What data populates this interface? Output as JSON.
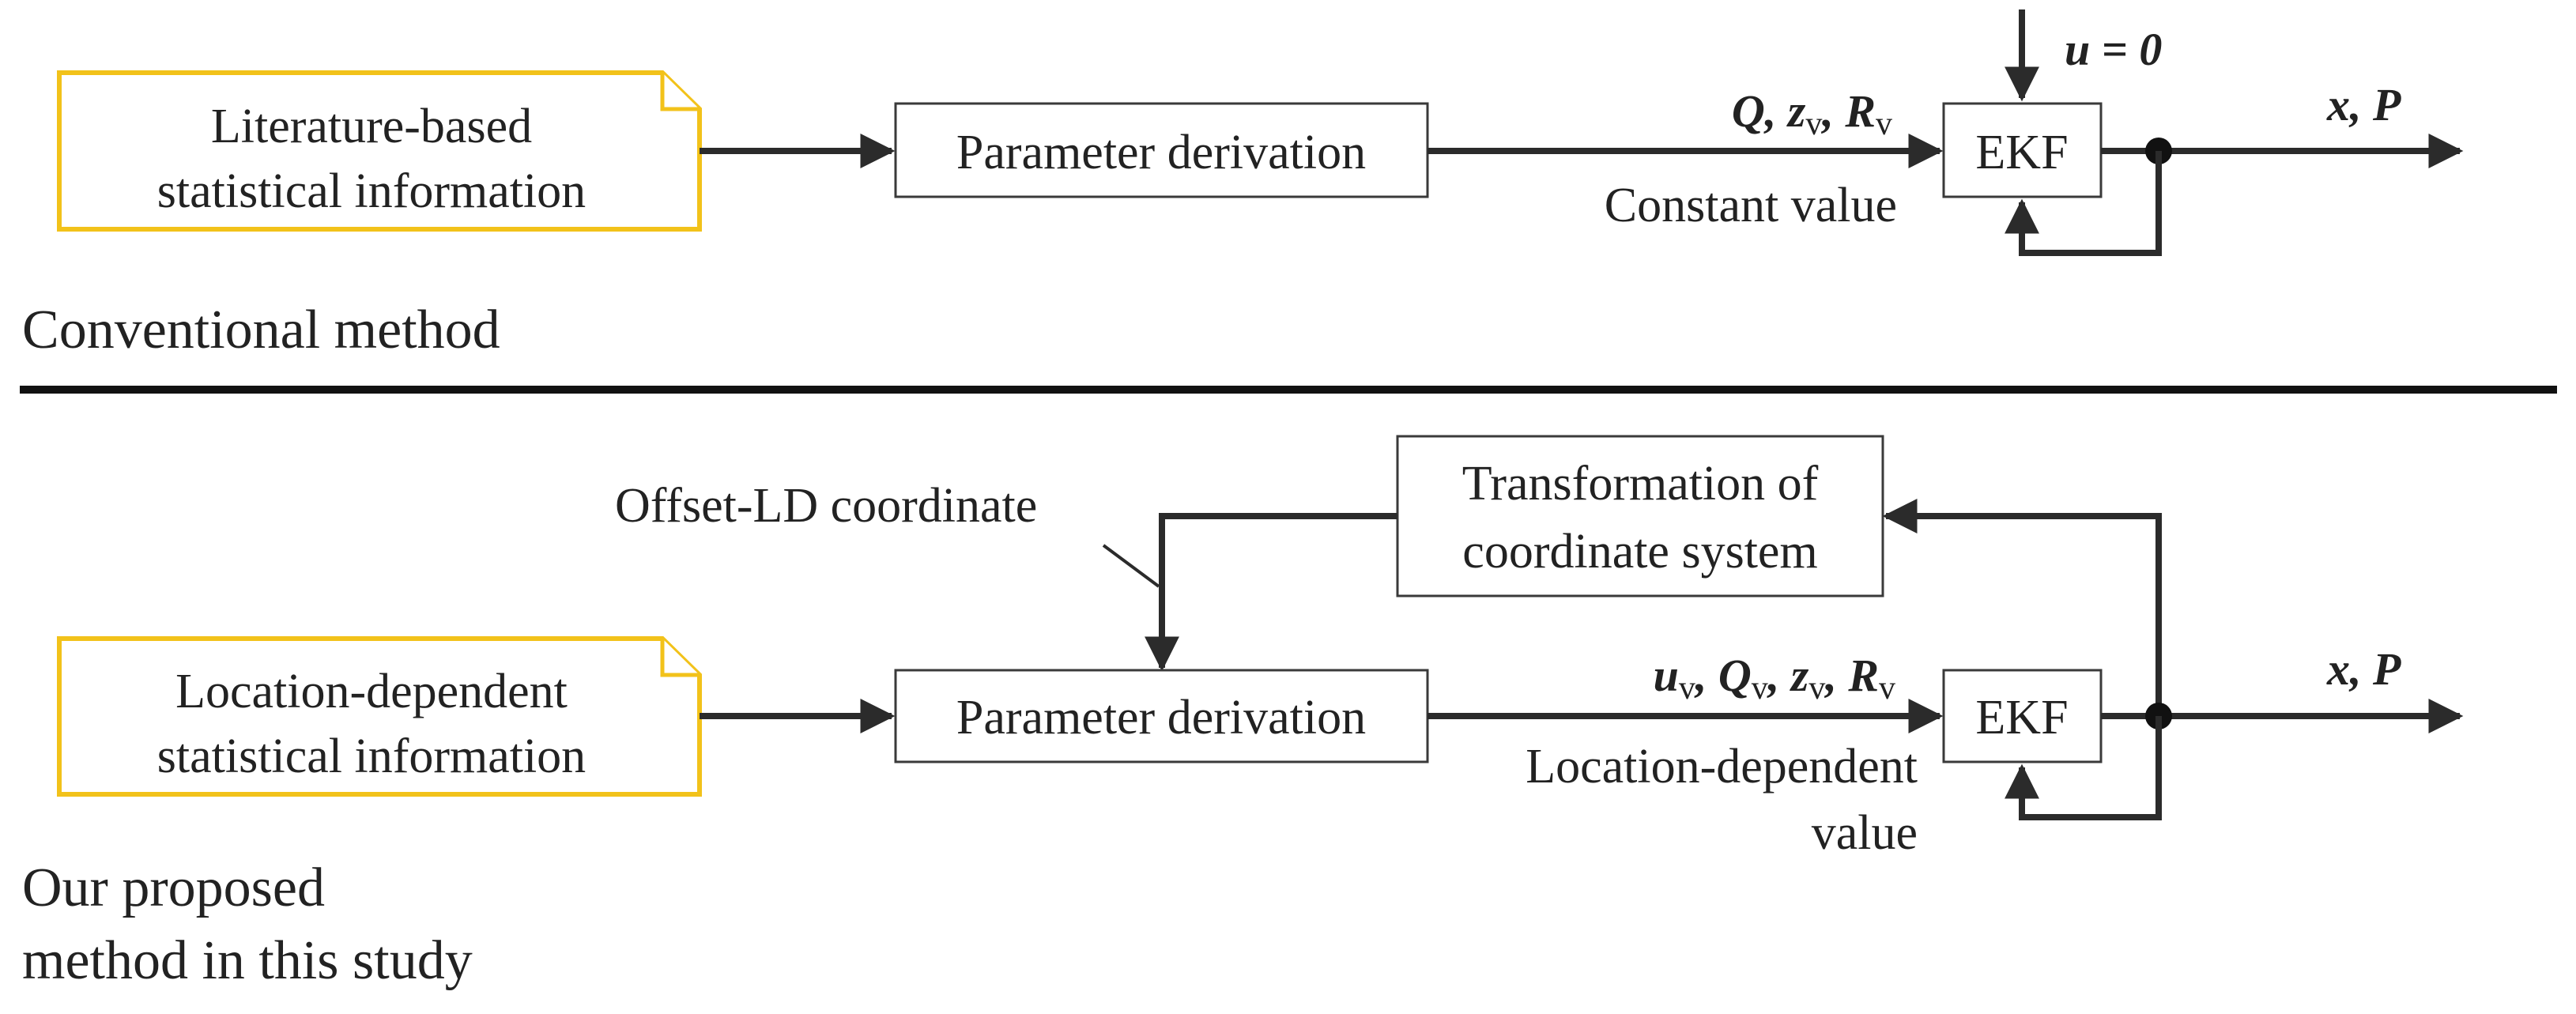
{
  "conventional": {
    "info_note": {
      "line1": "Literature-based",
      "line2": "statistical information"
    },
    "param_box": "Parameter derivation",
    "edge_label_math": {
      "Q": "Q",
      "z": "z",
      "z_sub": "v",
      "R": "R",
      "R_sub": "v",
      "sep": ", "
    },
    "edge_note": "Constant value",
    "input_math": {
      "u": "u",
      "eq": " = ",
      "zero": "0"
    },
    "ekf_box": "EKF",
    "output_math": {
      "x": "x",
      "sep": ", ",
      "P": "P"
    },
    "caption": "Conventional method"
  },
  "proposed": {
    "info_note": {
      "line1": "Location-dependent",
      "line2": "statistical information"
    },
    "param_box": "Parameter derivation",
    "transform_box": {
      "line1": "Transformation of",
      "line2": "coordinate system"
    },
    "coord_label": "Offset-LD coordinate",
    "edge_label_math": {
      "u": "u",
      "u_sub": "v",
      "Q": "Q",
      "Q_sub": "v",
      "z": "z",
      "z_sub": "v",
      "R": "R",
      "R_sub": "v",
      "sep": ", "
    },
    "edge_note": {
      "line1": "Location-dependent",
      "line2": "value"
    },
    "ekf_box": "EKF",
    "output_math": {
      "x": "x",
      "sep": ", ",
      "P": "P"
    },
    "caption": {
      "line1": "Our proposed",
      "line2": "method in this study"
    }
  },
  "colors": {
    "note_border": "#f2c21a",
    "line": "#2b2b2b",
    "text": "#222222"
  }
}
